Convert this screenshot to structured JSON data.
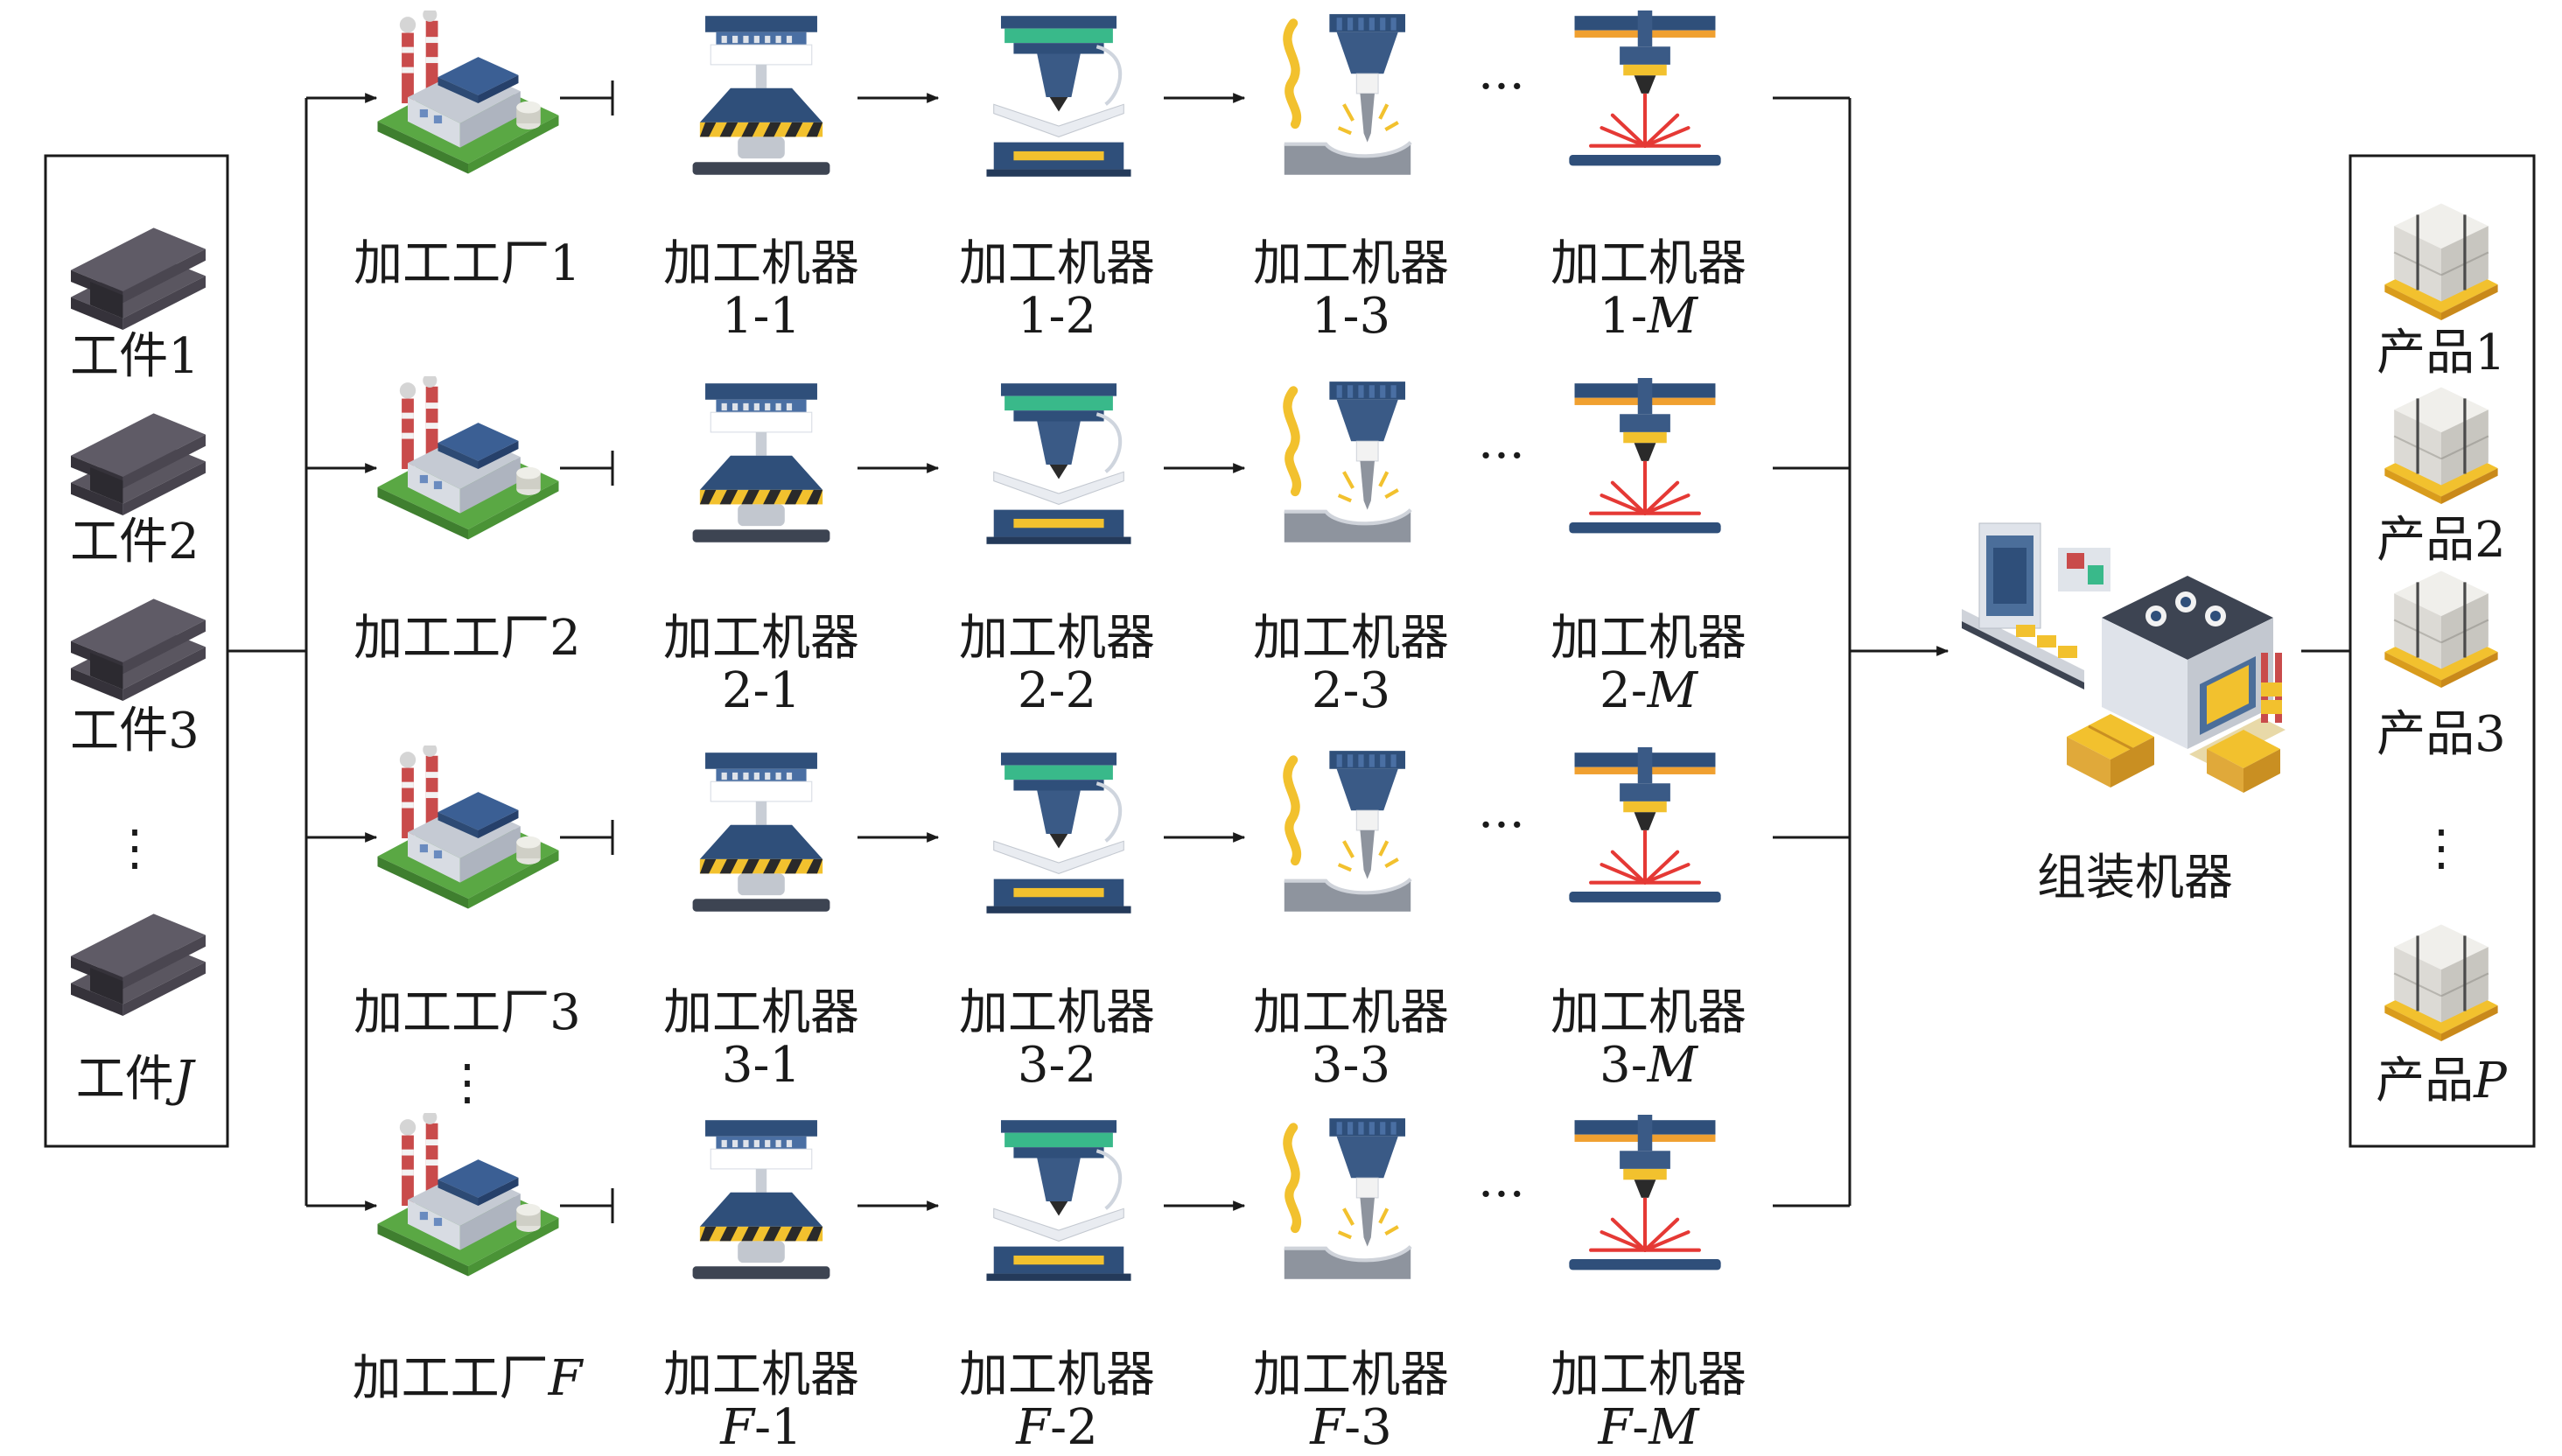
{
  "workpieces": {
    "items": [
      {
        "text": "工件",
        "num": "1",
        "italic": false
      },
      {
        "text": "工件",
        "num": "2",
        "italic": false
      },
      {
        "text": "工件",
        "num": "3",
        "italic": false
      },
      {
        "text": "工件",
        "num": "J",
        "italic": true
      }
    ],
    "ellipsis": "⋮"
  },
  "factories": [
    {
      "label_text": "加工工厂",
      "label_num": "1",
      "num_italic": false,
      "machines": [
        {
          "line1": "加工机器",
          "pre": "1",
          "mid": "-",
          "post": "1",
          "pre_italic": false,
          "post_italic": false
        },
        {
          "line1": "加工机器",
          "pre": "1",
          "mid": "-",
          "post": "2",
          "pre_italic": false,
          "post_italic": false
        },
        {
          "line1": "加工机器",
          "pre": "1",
          "mid": "-",
          "post": "3",
          "pre_italic": false,
          "post_italic": false
        },
        {
          "line1": "加工机器",
          "pre": "1",
          "mid": "-",
          "post": "M",
          "pre_italic": false,
          "post_italic": true
        }
      ]
    },
    {
      "label_text": "加工工厂",
      "label_num": "2",
      "num_italic": false,
      "machines": [
        {
          "line1": "加工机器",
          "pre": "2",
          "mid": "-",
          "post": "1",
          "pre_italic": false,
          "post_italic": false
        },
        {
          "line1": "加工机器",
          "pre": "2",
          "mid": "-",
          "post": "2",
          "pre_italic": false,
          "post_italic": false
        },
        {
          "line1": "加工机器",
          "pre": "2",
          "mid": "-",
          "post": "3",
          "pre_italic": false,
          "post_italic": false
        },
        {
          "line1": "加工机器",
          "pre": "2",
          "mid": "-",
          "post": "M",
          "pre_italic": false,
          "post_italic": true
        }
      ]
    },
    {
      "label_text": "加工工厂",
      "label_num": "3",
      "num_italic": false,
      "machines": [
        {
          "line1": "加工机器",
          "pre": "3",
          "mid": "-",
          "post": "1",
          "pre_italic": false,
          "post_italic": false
        },
        {
          "line1": "加工机器",
          "pre": "3",
          "mid": "-",
          "post": "2",
          "pre_italic": false,
          "post_italic": false
        },
        {
          "line1": "加工机器",
          "pre": "3",
          "mid": "-",
          "post": "3",
          "pre_italic": false,
          "post_italic": false
        },
        {
          "line1": "加工机器",
          "pre": "3",
          "mid": "-",
          "post": "M",
          "pre_italic": false,
          "post_italic": true
        }
      ]
    },
    {
      "label_text": "加工工厂",
      "label_num": "F",
      "num_italic": true,
      "machines": [
        {
          "line1": "加工机器",
          "pre": "F",
          "mid": "-",
          "post": "1",
          "pre_italic": true,
          "post_italic": false
        },
        {
          "line1": "加工机器",
          "pre": "F",
          "mid": "-",
          "post": "2",
          "pre_italic": true,
          "post_italic": false
        },
        {
          "line1": "加工机器",
          "pre": "F",
          "mid": "-",
          "post": "3",
          "pre_italic": true,
          "post_italic": false
        },
        {
          "line1": "加工机器",
          "pre": "F",
          "mid": "-",
          "post": "M",
          "pre_italic": true,
          "post_italic": true
        }
      ]
    }
  ],
  "factory_ellipsis": "⋮",
  "machine_ellipsis": "···",
  "assembly": {
    "label": "组装机器"
  },
  "products": {
    "items": [
      {
        "text": "产品",
        "num": "1",
        "italic": false
      },
      {
        "text": "产品",
        "num": "2",
        "italic": false
      },
      {
        "text": "产品",
        "num": "3",
        "italic": false
      },
      {
        "text": "产品",
        "num": "P",
        "italic": true
      }
    ],
    "ellipsis": "⋮"
  },
  "colors": {
    "line": "#1a1a1a",
    "steel": "#45424a",
    "factory_grass": "#5aa844",
    "factory_wall": "#d8dce3",
    "chimney_red": "#c94b4b",
    "machine_blue": "#2f4f7a",
    "machine_yellow": "#f2c12e",
    "machine_green": "#39b98a",
    "laser_red": "#e53935",
    "laser_orange": "#f0a030",
    "crate": "#efb44a",
    "box": "#e6e4e0"
  },
  "icons": {
    "workpiece": "steel-beam-icon",
    "factory": "factory-icon",
    "press": "hydraulic-press-icon",
    "bender": "press-brake-icon",
    "mill": "milling-machine-icon",
    "laser": "laser-cutter-icon",
    "assembly": "assembly-line-icon",
    "product": "pallet-boxes-icon"
  }
}
